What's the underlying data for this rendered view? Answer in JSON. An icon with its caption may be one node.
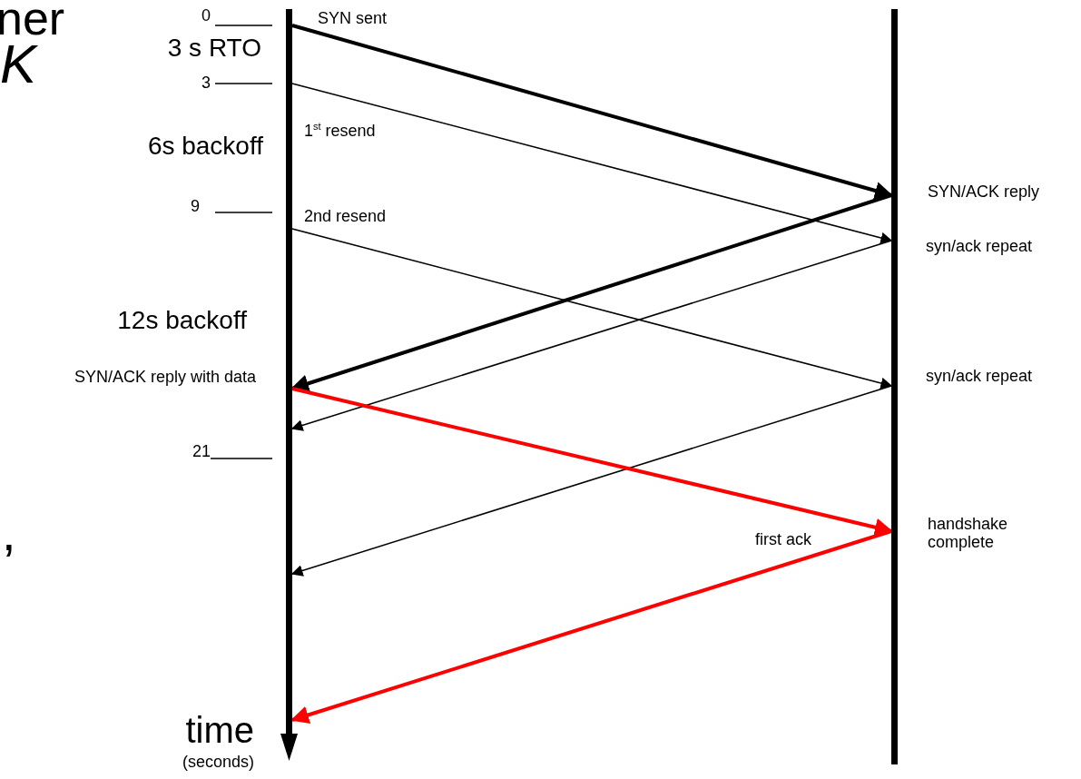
{
  "diagram": {
    "nodes": [
      {
        "text": [],
        "shape": "bar"
      },
      {
        "text": [],
        "shape": "bar"
      }
    ],
    "edges": [
      {
        "from": 0,
        "to": 1,
        "arrow": "to",
        "label": "SYN sent",
        "style": "thick"
      },
      {
        "from": 0,
        "to": 1,
        "arrow": "to",
        "label": "1$^{st}$ resend"
      },
      {
        "from": 0,
        "to": 1,
        "arrow": "to",
        "label": "2nd resend"
      },
      {
        "from": 1,
        "to": 0,
        "arrow": "to",
        "style": "thick"
      },
      {
        "from": 1,
        "to": 0,
        "arrow": "to"
      },
      {
        "from": 1,
        "to": 0,
        "arrow": "to"
      },
      {
        "from": 0,
        "to": 1,
        "arrow": "to",
        "style": "thick",
        "color": "#ff0000"
      },
      {
        "from": 1,
        "to": 0,
        "arrow": "to",
        "label": "first ack",
        "style": "thick",
        "color": "#ff0000"
      }
    ],
    "labels": [
      "ner",
      "K",
      ",",
      "0",
      "3 s RTO",
      "3",
      "6s backoff",
      "9",
      "12s backoff",
      "SYN/ACK reply with data",
      "21",
      "SYN/ACK reply",
      "syn/ack repeat",
      "syn/ack repeat",
      "handshake complete",
      "time",
      "(seconds)"
    ]
  }
}
